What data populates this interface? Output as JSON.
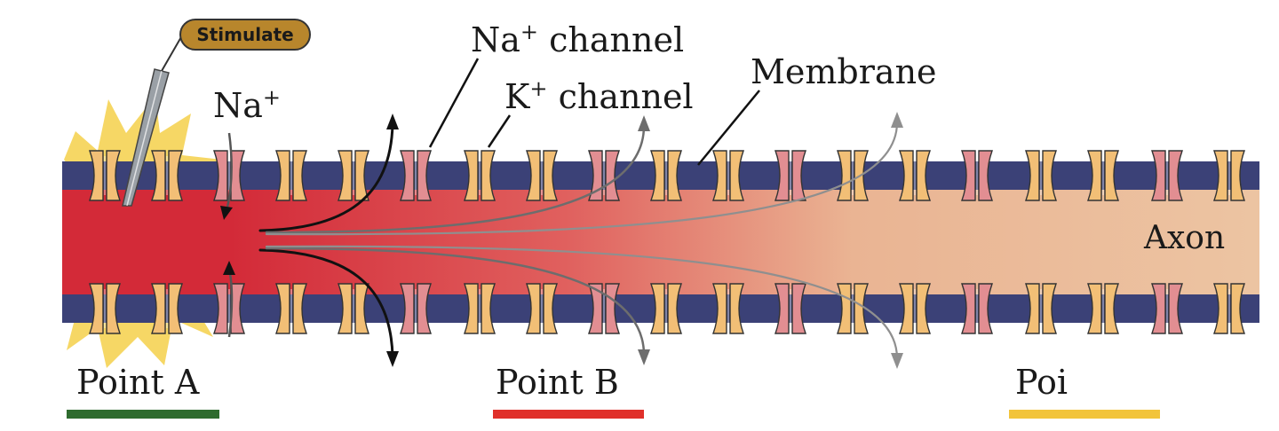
{
  "stimulate_label": "Stimulate",
  "na_ion_label": "Na",
  "na_ion_sup": "+",
  "na_channel_label": "Na",
  "na_channel_sup": "+",
  "na_channel_suffix": " channel",
  "k_channel_label": "K",
  "k_channel_sup": "+",
  "k_channel_suffix": " channel",
  "membrane_label": "Membrane",
  "axon_label": "Axon",
  "points": [
    {
      "label": "Point A",
      "color": "#2e6b2e"
    },
    {
      "label": "Point B",
      "color": "#e0302a"
    },
    {
      "label": "Poi",
      "color": "#f2c43a"
    }
  ],
  "colors": {
    "membrane": "#3b4177",
    "axon_active": "#d32a38",
    "axon_rest": "#ecc4a2",
    "k_channel": "#f2bf76",
    "na_channel": "#e28e92",
    "spark": "#f5d04a",
    "stimulate_badge": "#b8862c"
  }
}
